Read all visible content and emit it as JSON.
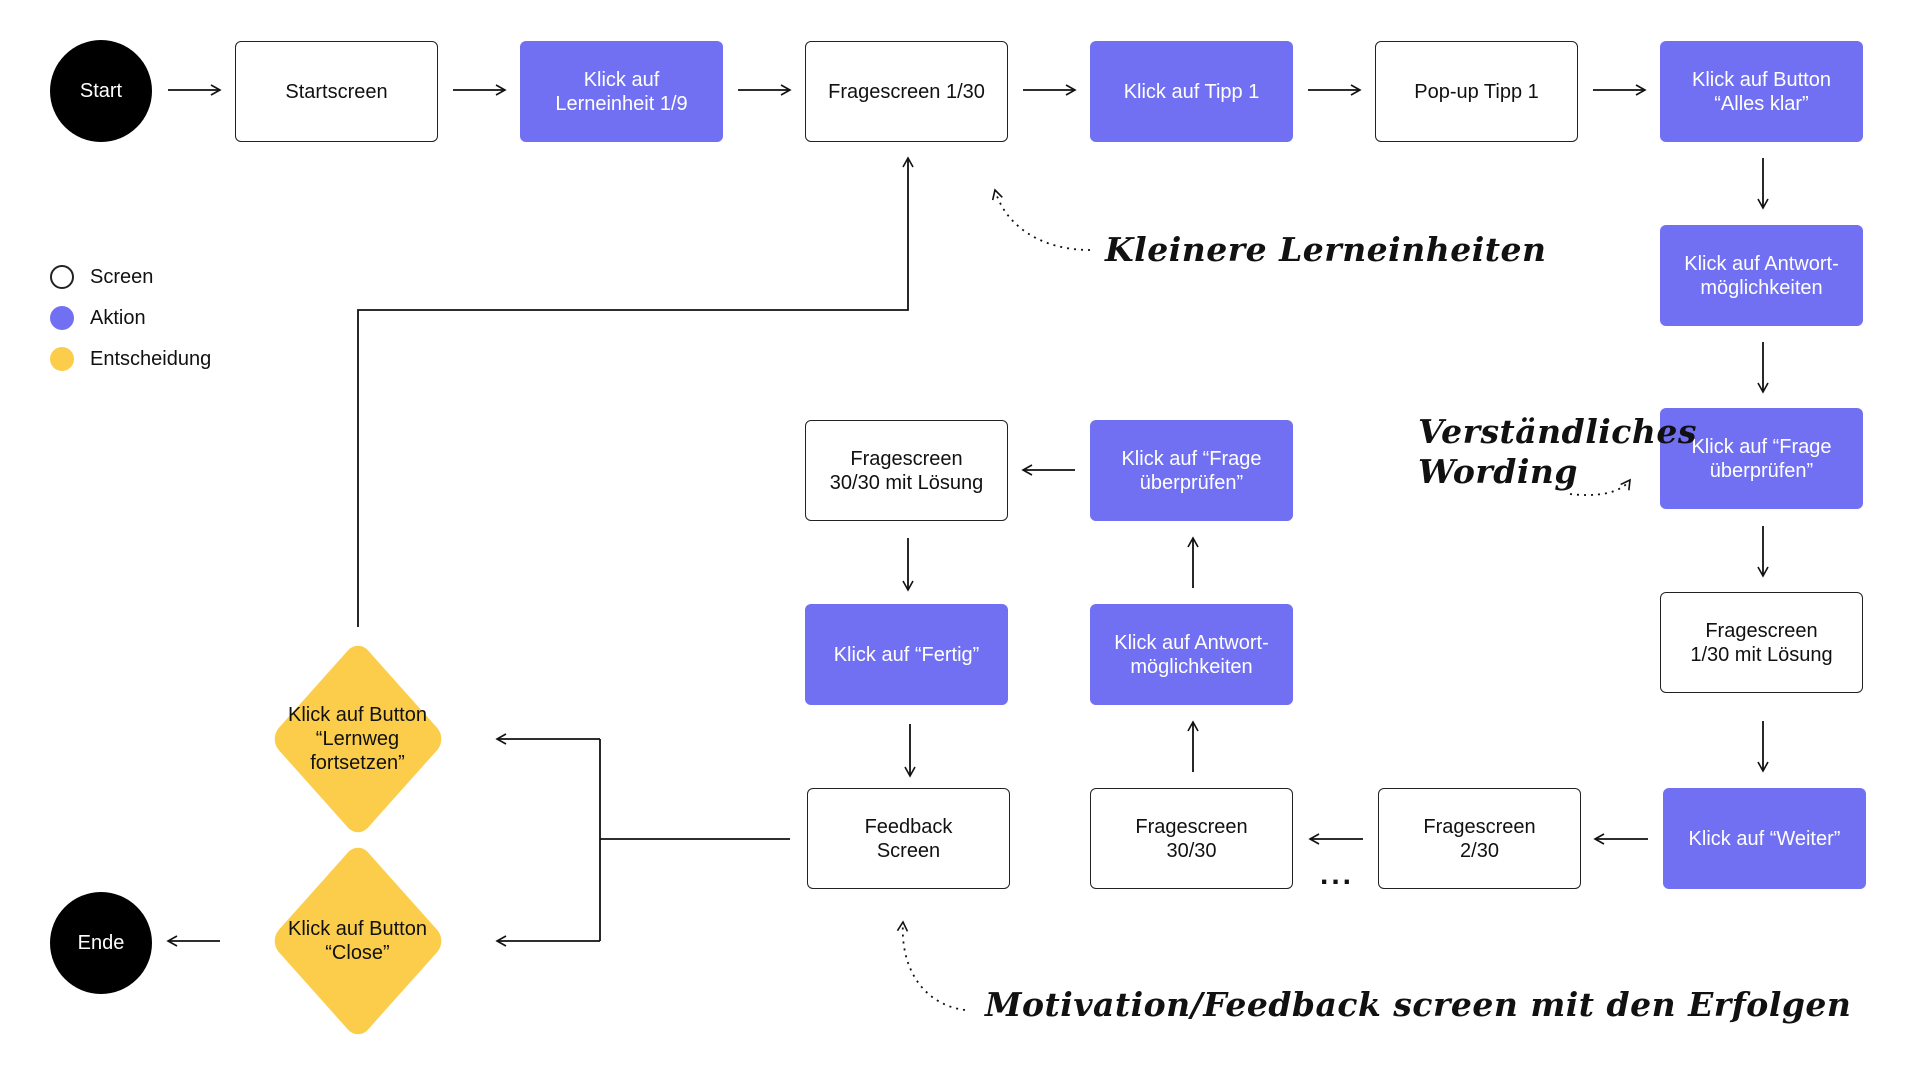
{
  "colors": {
    "screen_fill": "#ffffff",
    "action_fill": "#7170f2",
    "decision_fill": "#fbcd4b",
    "terminal_fill": "#000000"
  },
  "legend": [
    {
      "label": "Screen",
      "icon": "circle-outline-icon",
      "color": "#ffffff"
    },
    {
      "label": "Aktion",
      "icon": "circle-filled-icon",
      "color": "#7170f2"
    },
    {
      "label": "Entscheidung",
      "icon": "circle-filled-icon",
      "color": "#fbcd4b"
    }
  ],
  "nodes": {
    "start": "Start",
    "startscreen": "Startscreen",
    "klick_lerneinheit": "Klick auf\nLerneinheit 1/9",
    "fragescreen_1": "Fragescreen 1/30",
    "klick_tipp": "Klick auf Tipp 1",
    "popup_tipp": "Pop-up Tipp 1",
    "klick_alles_klar": "Klick auf Button\n“Alles klar”",
    "klick_antwort_1": "Klick auf Antwort-\nmöglichkeiten",
    "klick_frage_1": "Klick auf “Frage\nüberprüfen”",
    "fragescreen_1_loesung": "Fragescreen\n1/30 mit Lösung",
    "klick_weiter": "Klick auf “Weiter”",
    "fragescreen_2": "Fragescreen\n2/30",
    "fragescreen_30": "Fragescreen\n30/30",
    "klick_antwort_30": "Klick auf Antwort-\nmöglichkeiten",
    "klick_frage_30": "Klick auf “Frage\nüberprüfen”",
    "fragescreen_30_loesung": "Fragescreen\n30/30 mit Lösung",
    "klick_fertig": "Klick auf “Fertig”",
    "feedback_screen": "Feedback\nScreen",
    "klick_lernweg": "Klick auf Button\n“Lernweg\nfortsetzen”",
    "klick_close": "Klick auf Button\n“Close”",
    "ende": "Ende"
  },
  "ellipsis": "...",
  "annotations": {
    "kleinere": "Kleinere Lerneinheiten",
    "wording": "Verständliches\nWording",
    "motivation": "Motivation/Feedback screen mit den Erfolgen"
  }
}
